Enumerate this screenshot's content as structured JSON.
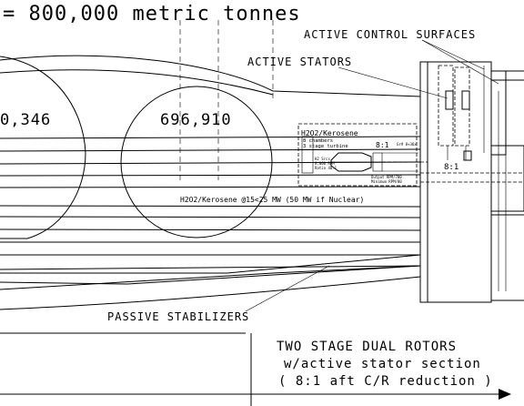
{
  "drawing": {
    "header_text": "= 800,000 metric tonnes",
    "tank_left_value": "0,346",
    "tank_right_value": "696,910",
    "labels": {
      "active_control_surfaces": "ACTIVE CONTROL SURFACES",
      "active_stators": "ACTIVE STATORS",
      "passive_stabilizers": "PASSIVE STABILIZERS",
      "power_line": "H2O2/Kerosene @15<25 MW (50 MW if Nuclear)"
    },
    "inset": {
      "title": "H2O2/Kerosene",
      "line2": "8 chambers",
      "line3": "3 stage turbine",
      "small_left_1": "H2 Srcs",
      "small_left_2": "8,000 RPM",
      "small_left_3": "Ratio 40:1",
      "small_right_1": "Output RPM/780",
      "small_right_2": "Minimum RPM/80",
      "ratio_label": "8:1",
      "top_right_note": "Gr# 8+36x"
    },
    "ratio_main": "8:1",
    "caption": {
      "line1": "TWO STAGE DUAL ROTORS",
      "line2": "w/active stator section",
      "line3": "( 8:1 aft C/R reduction )"
    }
  }
}
